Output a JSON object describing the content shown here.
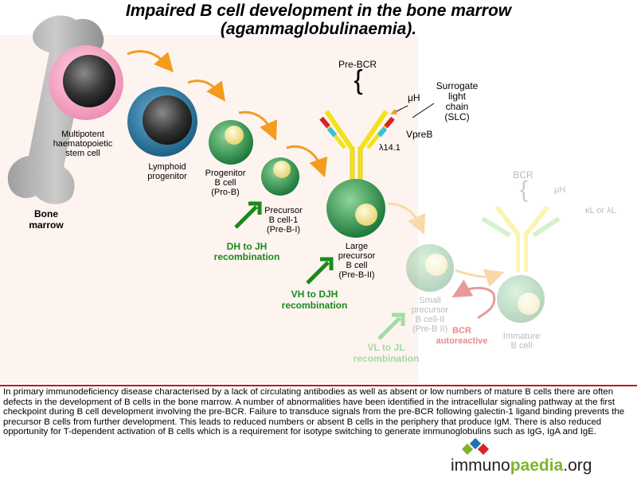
{
  "title_line1": "Impaired B cell development in the bone marrow",
  "title_line2": "(agammaglobulinaemia).",
  "bone_label": [
    "Bone",
    "marrow"
  ],
  "cells": {
    "stem": [
      "Multipotent",
      "haematopoietic",
      "stem cell"
    ],
    "lymphoid": [
      "Lymphoid",
      "progenitor"
    ],
    "pro_b": [
      "Progenitor",
      "B cell",
      "(Pro-B)"
    ],
    "pre_b1": [
      "Precursor",
      "B cell-1",
      "(Pre-B-I)"
    ],
    "large_pre": [
      "Large",
      "precursor",
      "B cell",
      "(Pre-B-II)"
    ],
    "small_pre": [
      "Small",
      "precursor",
      "B cell-II",
      "(Pre-B II)"
    ],
    "immature": [
      "Immature",
      "B cell"
    ]
  },
  "receptor": {
    "pre_bcr": "Pre-BCR",
    "mu_h": "μH",
    "surrogate": [
      "Surrogate",
      "light",
      "chain",
      "(SLC)"
    ],
    "vpreb": "VpreB",
    "lambda": "λ14.1",
    "bcr": "BCR",
    "mu_h2": "μH",
    "kl": "κL or λL"
  },
  "recomb": {
    "dj": [
      "DH to JH",
      "recombination"
    ],
    "vdj": [
      "VH to DJH",
      "recombination"
    ],
    "vj": [
      "VL to JL",
      "recombination"
    ],
    "autoreactive": [
      "BCR",
      "autoreactive"
    ]
  },
  "caption": "In primary immunodeficiency disease characterised by a lack of circulating antibodies as well as absent or low numbers of mature B cells there are often defects in the development of B cells in the bone marrow. A number of abnormalities have been identified in the intracellular signaling pathway at the first checkpoint during B cell development involving the pre-BCR. Failure to transduce signals from the pre-BCR following galectin-1 ligand binding prevents the precursor B cells from further development. This leads to reduced numbers or absent B cells in the periphery that produce IgM. There is also reduced opportunity for T-dependent activation of B cells which is a requirement for isotype switching to generate immunoglobulins such as IgG, IgA and IgE.",
  "brand": {
    "part1": "immuno",
    "part2": "paedia",
    "part3": ".org"
  },
  "colors": {
    "green_arrow": "#1a8a1a",
    "orange_arrow": "#f39c1e",
    "red": "#c4161c",
    "yellow_chain": "#f2e21a"
  }
}
